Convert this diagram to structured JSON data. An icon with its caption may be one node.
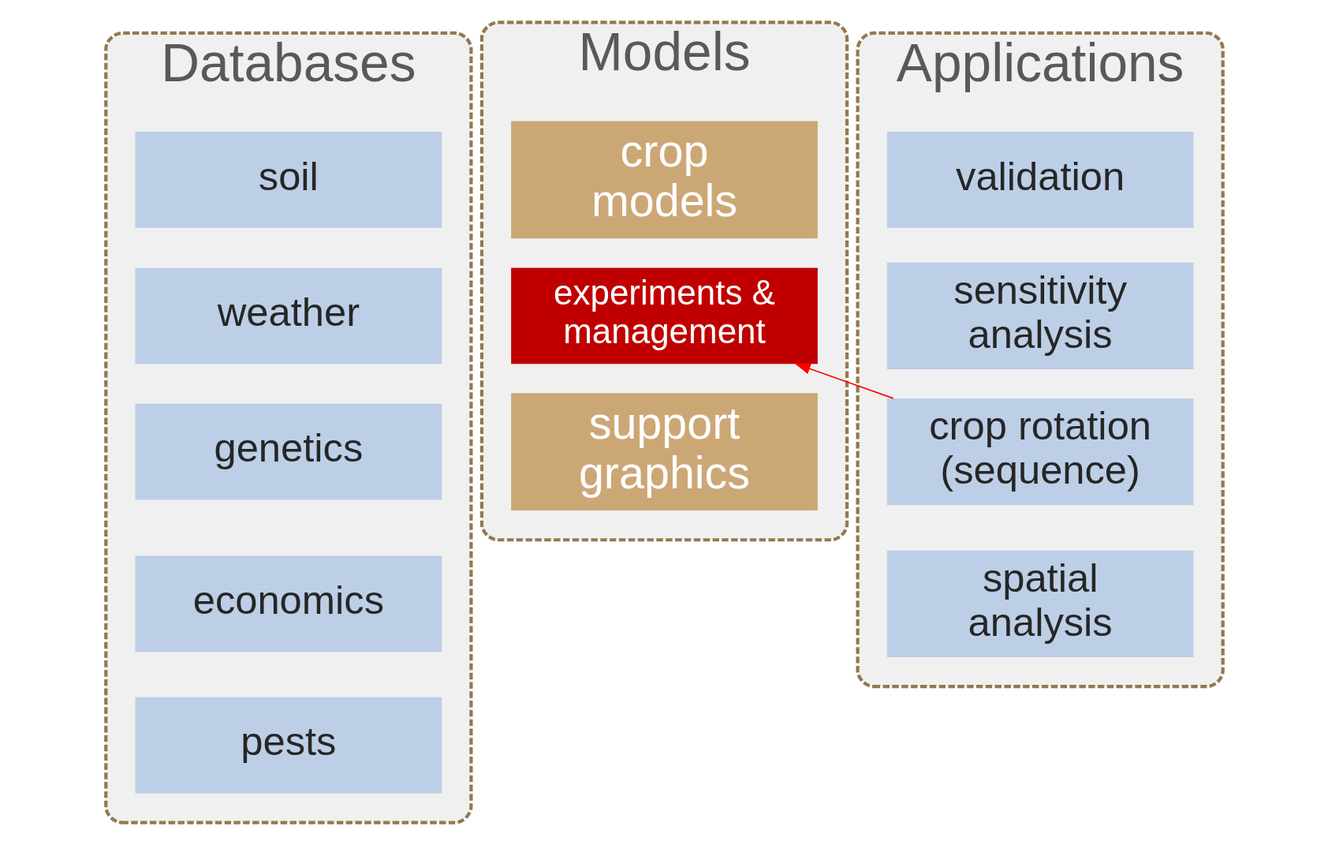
{
  "diagram": {
    "nodes": [
      {
        "text": [
          "Databases"
        ]
      },
      {
        "text": [
          "soil"
        ],
        "in": 0
      },
      {
        "text": [
          "weather"
        ],
        "in": 0
      },
      {
        "text": [
          "genetics"
        ],
        "in": 0
      },
      {
        "text": [
          "economics"
        ],
        "in": 0
      },
      {
        "text": [
          "pests"
        ],
        "in": 0
      },
      {
        "text": [
          "Models"
        ]
      },
      {
        "text": [
          "crop models"
        ],
        "in": 6
      },
      {
        "text": [
          "experiments & management"
        ],
        "in": 6
      },
      {
        "text": [
          "support graphics"
        ],
        "in": 6
      },
      {
        "text": [
          "Applications"
        ]
      },
      {
        "text": [
          "validation"
        ],
        "in": 10
      },
      {
        "text": [
          "sensitivity analysis"
        ],
        "in": 10
      },
      {
        "text": [
          "crop rotation (sequence)"
        ],
        "in": 10
      },
      {
        "text": [
          "spatial analysis"
        ],
        "in": 10
      }
    ],
    "edges": [
      {
        "from": 13,
        "to": 8,
        "arrow": "to",
        "color": "#ff0000"
      }
    ]
  }
}
